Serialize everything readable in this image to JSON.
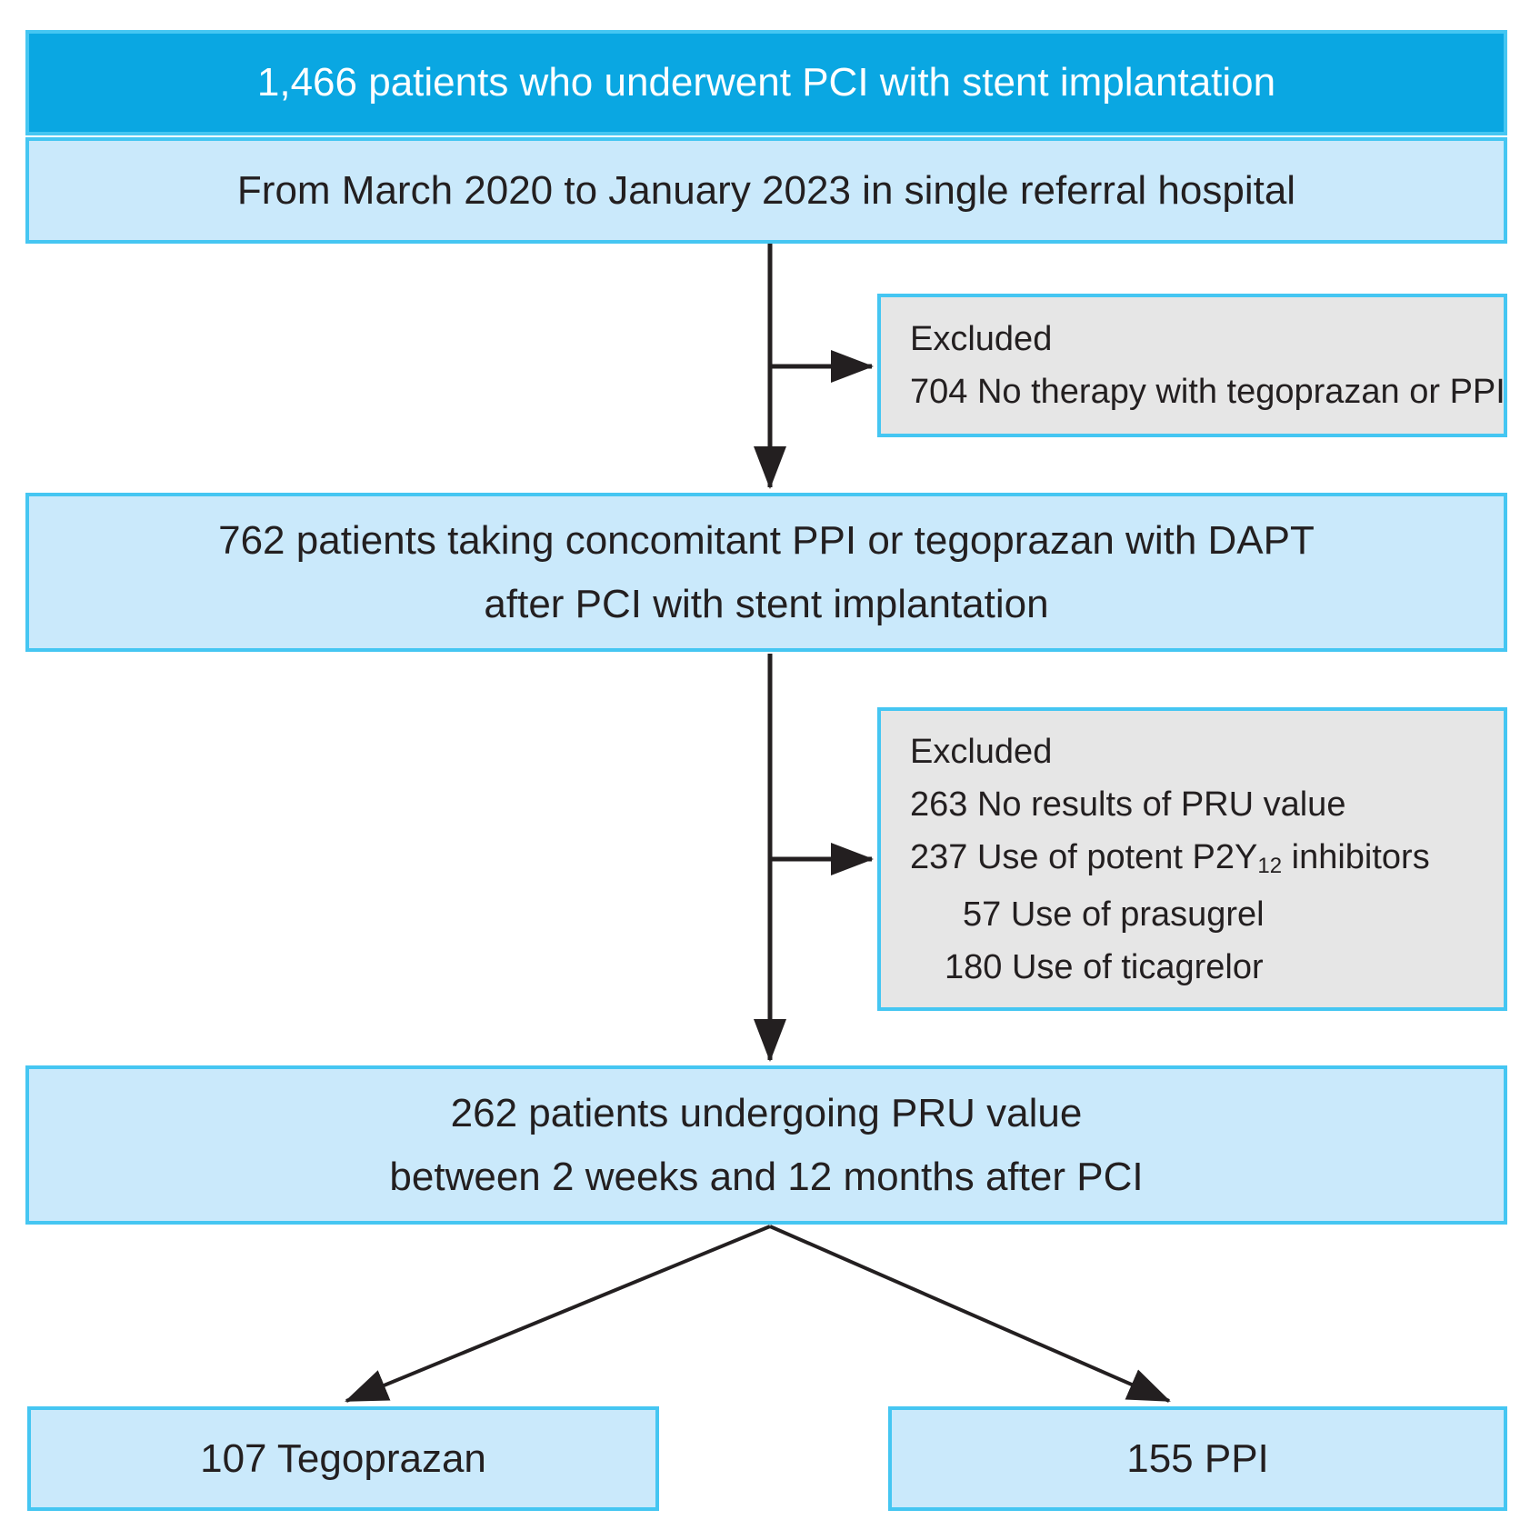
{
  "figure": {
    "title_box": {
      "text": "1,466 patients who underwent PCI with stent implantation"
    },
    "period_box": {
      "text": "From March 2020 to January 2023 in single referral hospital"
    },
    "excluded_box_1": {
      "title": "Excluded",
      "item": "704 No therapy with tegoprazan or PPI"
    },
    "cohort_box": {
      "line1": "762 patients taking concomitant PPI or tegoprazan with DAPT",
      "line2": "after PCI with stent implantation"
    },
    "excluded_box_2": {
      "title": "Excluded",
      "item1": "263 No results of PRU value",
      "item2_prefix": "237 Use of potent P2Y",
      "item2_sub": "12",
      "item2_suffix": " inhibitors",
      "item3": "57 Use of prasugrel",
      "item4": "180 Use of ticagrelor"
    },
    "pru_box": {
      "line1": "262 patients undergoing PRU value",
      "line2": "between 2 weeks and 12 months after PCI"
    },
    "tegoprazan_box": {
      "text": "107 Tegoprazan"
    },
    "ppi_box": {
      "text": "155 PPI"
    }
  },
  "colors": {
    "header-fill": "#0AA7E2",
    "box-border": "#45C6F2",
    "light-fill": "#CAE9FB",
    "gray-fill": "#E6E6E6",
    "ink": "#231F20",
    "header-text": "#FFFFFF",
    "background": "#FFFFFF"
  }
}
